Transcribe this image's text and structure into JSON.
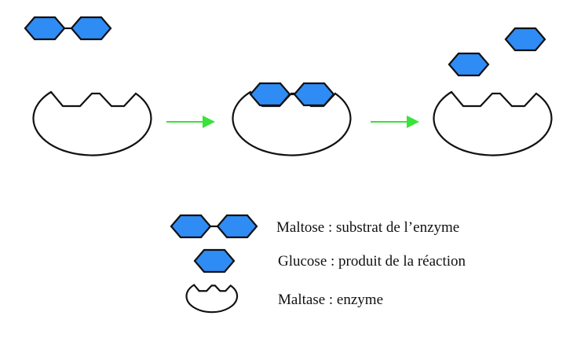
{
  "legend": {
    "maltose": "Maltose : substrat de l’enzyme",
    "glucose": "Glucose : produit de la réaction",
    "maltase": "Maltase : enzyme"
  },
  "colors": {
    "sugar": "#2f8cf5",
    "arrow": "#3ae23a"
  }
}
